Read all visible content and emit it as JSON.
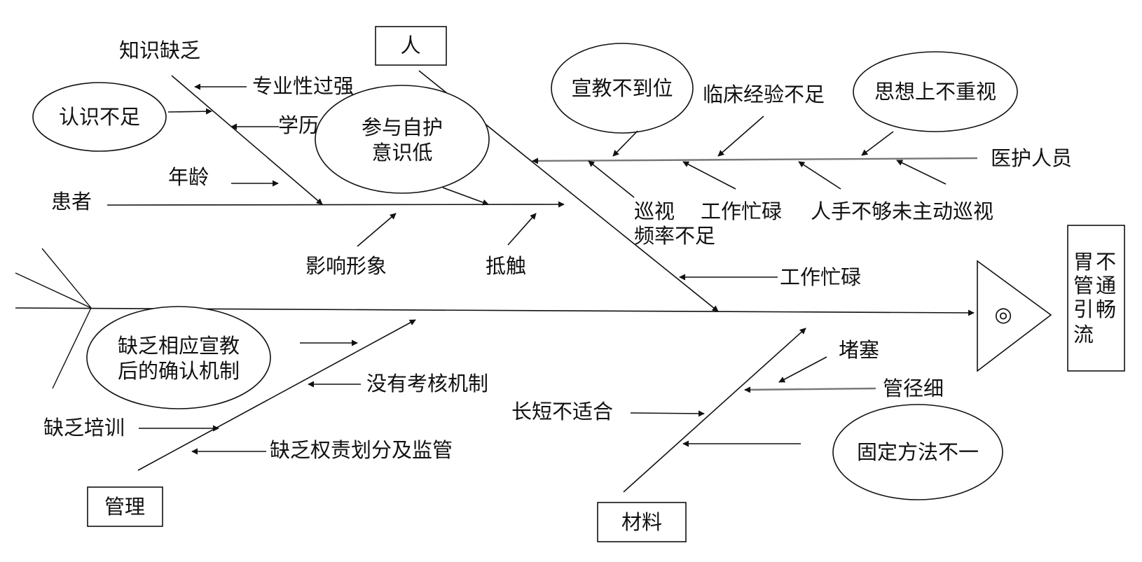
{
  "labels": {
    "category_people": "人",
    "category_management": "管理",
    "category_material": "材料",
    "head": "胃不管通引畅流",
    "patient": "患者",
    "staff": "医护人员",
    "zhishi_quefa": "知识缺乏",
    "zhuanye_guoqiang": "专业性过强",
    "renshi_buzu": "认识不足",
    "xueli": "学历",
    "canyu_zihu_1": "参与自护",
    "canyu_zihu_2": "意识低",
    "nianling": "年龄",
    "yingxiang_xingxiang": "影响形象",
    "dichu": "抵触",
    "xuanjiao_budaowei": "宣教不到位",
    "linchuang_jingyan": "临床经验不足",
    "sixiang_buzhongshi": "思想上不重视",
    "xunshi_1": "巡视",
    "xunshi_2": "频率不足",
    "gongzuo_manglu_a": "工作忙碌",
    "renshou_buguo": "人手不够未主动巡视",
    "gongzuo_manglu_b": "工作忙碌",
    "queren_jizhi_1": "缺乏相应宣教",
    "queren_jizhi_2": "后的确认机制",
    "kaohe_jizhi": "没有考核机制",
    "quefa_peixun": "缺乏培训",
    "quanze": "缺乏权责划分及监管",
    "dusai": "堵塞",
    "guanjing_xi": "管径细",
    "changduan": "长短不适合",
    "guding_fangfa": "固定方法不一",
    "head_symbol": "◎"
  },
  "head_chars": [
    "胃",
    "不",
    "管",
    "通",
    "引",
    "畅",
    "流"
  ]
}
